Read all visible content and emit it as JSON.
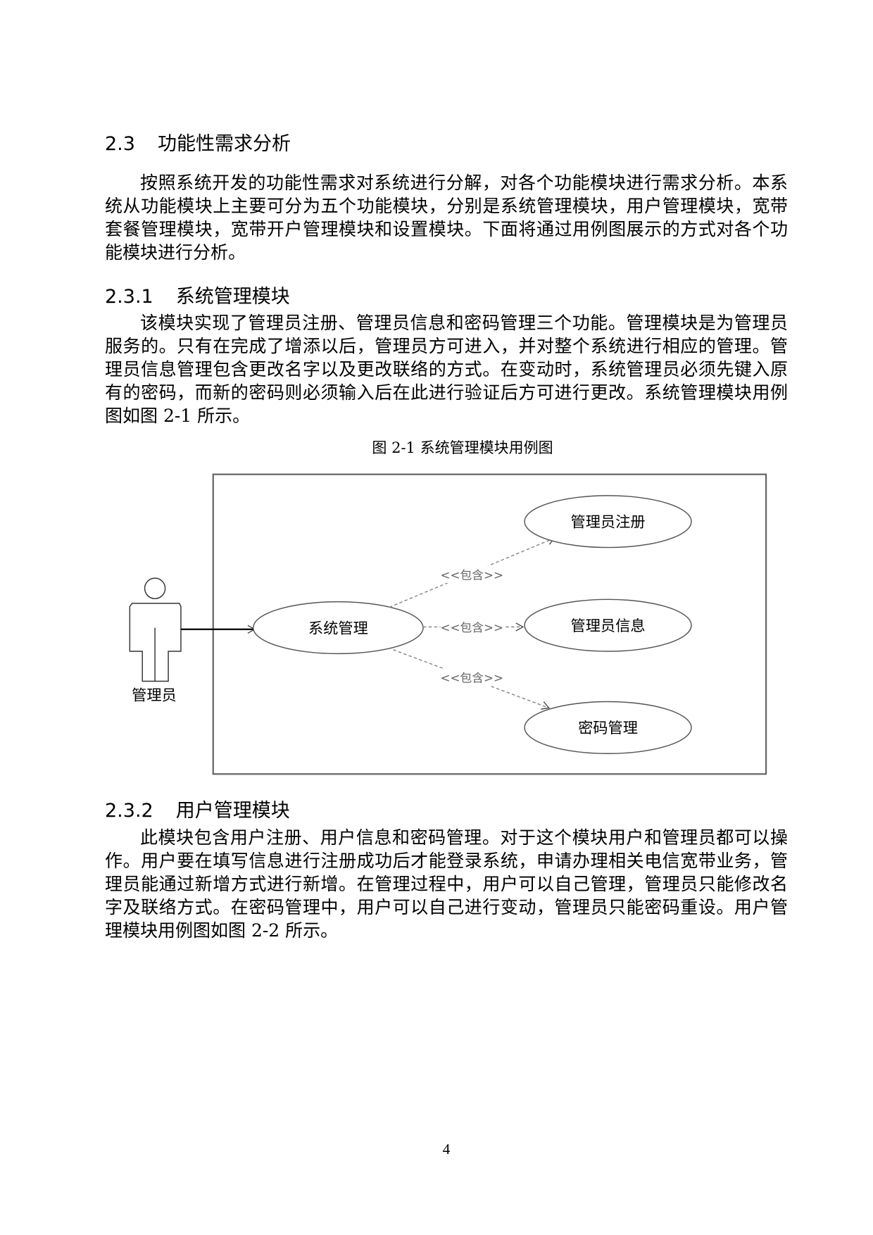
{
  "sections": {
    "s23": {
      "number": "2.3",
      "title": "功能性需求分析",
      "paragraph": "按照系统开发的功能性需求对系统进行分解，对各个功能模块进行需求分析。本系统从功能模块上主要可分为五个功能模块，分别是系统管理模块，用户管理模块，宽带套餐管理模块，宽带开户管理模块和设置模块。下面将通过用例图展示的方式对各个功能模块进行分析。"
    },
    "s231": {
      "number": "2.3.1",
      "title": "系统管理模块",
      "paragraph": "该模块实现了管理员注册、管理员信息和密码管理三个功能。管理模块是为管理员服务的。只有在完成了增添以后，管理员方可进入，并对整个系统进行相应的管理。管理员信息管理包含更改名字以及更改联络的方式。在变动时，系统管理员必须先键入原有的密码，而新的密码则必须输入后在此进行验证后方可进行更改。系统管理模块用例图如图 2-1 所示。"
    },
    "s232": {
      "number": "2.3.2",
      "title": "用户管理模块",
      "paragraph": "此模块包含用户注册、用户信息和密码管理。对于这个模块用户和管理员都可以操作。用户要在填写信息进行注册成功后才能登录系统，申请办理相关电信宽带业务，管理员能通过新增方式进行新增。在管理过程中，用户可以自己管理，管理员只能修改名字及联络方式。在密码管理中，用户可以自己进行变动，管理员只能密码重设。用户管理模块用例图如图 2-2 所示。"
    }
  },
  "figure": {
    "caption": "图 2-1  系统管理模块用例图",
    "actor": "管理员",
    "main_use_case": "系统管理",
    "use_cases": [
      "管理员注册",
      "管理员信息",
      "密码管理"
    ],
    "relation_label": "<<包含>>"
  },
  "page_number": "4"
}
